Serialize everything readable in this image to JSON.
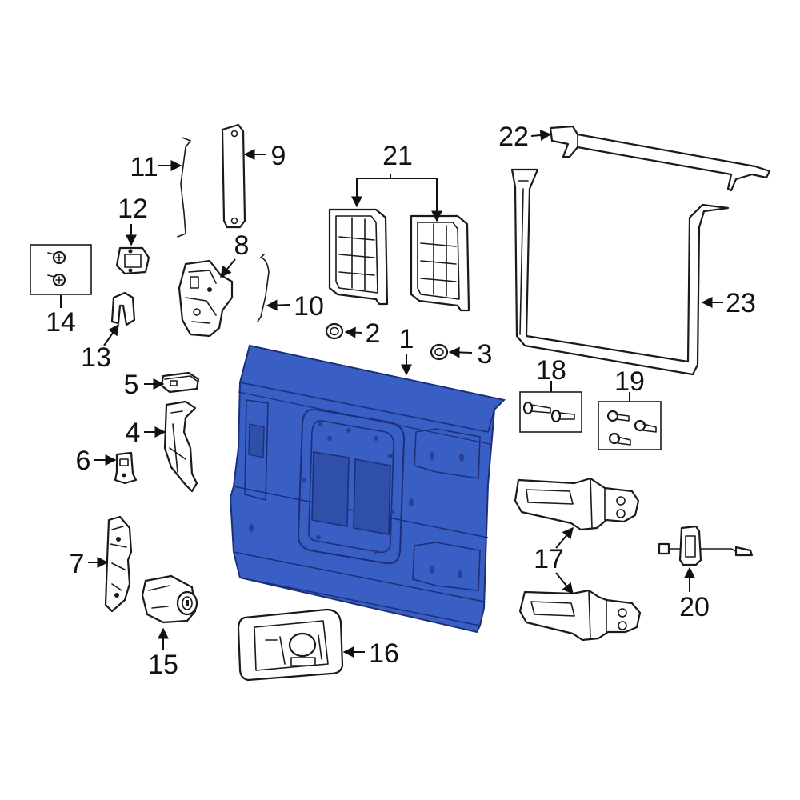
{
  "diagram": {
    "highlight_color": "#3a5fc4",
    "highlight_stroke": "#1b2f7a",
    "line_color": "#1a1a1a",
    "callouts": {
      "c1": "1",
      "c2": "2",
      "c3": "3",
      "c4": "4",
      "c5": "5",
      "c6": "6",
      "c7": "7",
      "c8": "8",
      "c9": "9",
      "c10": "10",
      "c11": "11",
      "c12": "12",
      "c13": "13",
      "c14": "14",
      "c15": "15",
      "c16": "16",
      "c17": "17",
      "c18": "18",
      "c19": "19",
      "c20": "20",
      "c21": "21",
      "c22": "22",
      "c23": "23"
    }
  }
}
